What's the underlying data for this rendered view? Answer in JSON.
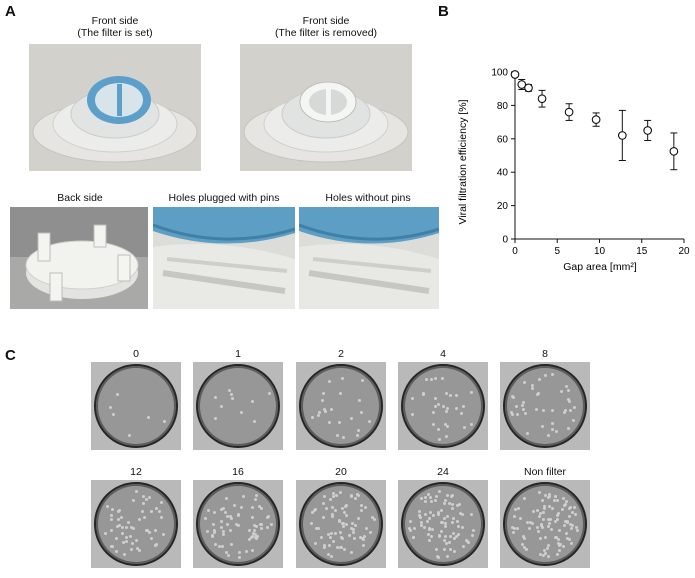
{
  "panels": {
    "a": "A",
    "b": "B",
    "c": "C"
  },
  "panel_a": {
    "captions": {
      "front_set": [
        "Front side",
        "(The filter is set)"
      ],
      "front_removed": [
        "Front side",
        "(The filter is removed)"
      ],
      "back": "Back side",
      "plugged": "Holes plugged with pins",
      "without": "Holes without pins"
    },
    "colors": {
      "filter_ring": "#5a9fc9",
      "plastic": "#e9e9e6",
      "background": "#d4d2cc"
    }
  },
  "chart_data": {
    "type": "scatter",
    "xlabel": "Gap area [mm²]",
    "ylabel": "Viral filtration efficiency [%]",
    "xlim": [
      0,
      20
    ],
    "ylim": [
      0,
      100
    ],
    "xticks": [
      0,
      5,
      10,
      15,
      20
    ],
    "yticks": [
      0,
      20,
      40,
      60,
      80,
      100
    ],
    "grid": false,
    "marker": "open-circle",
    "points": [
      {
        "x": 0,
        "y": 98.5,
        "err": 1
      },
      {
        "x": 0.8,
        "y": 92.5,
        "err": 3
      },
      {
        "x": 1.6,
        "y": 90.5,
        "err": 2
      },
      {
        "x": 3.2,
        "y": 84,
        "err": 5
      },
      {
        "x": 6.4,
        "y": 76,
        "err": 5
      },
      {
        "x": 9.6,
        "y": 71.5,
        "err": 4
      },
      {
        "x": 12.7,
        "y": 62,
        "err": 15
      },
      {
        "x": 15.7,
        "y": 65,
        "err": 6
      },
      {
        "x": 18.8,
        "y": 52.5,
        "err": 11
      }
    ]
  },
  "panel_c": {
    "plates": [
      {
        "label": "0",
        "plaques": 6
      },
      {
        "label": "1",
        "plaques": 10
      },
      {
        "label": "2",
        "plaques": 22
      },
      {
        "label": "4",
        "plaques": 30
      },
      {
        "label": "8",
        "plaques": 38
      },
      {
        "label": "12",
        "plaques": 55
      },
      {
        "label": "16",
        "plaques": 65
      },
      {
        "label": "20",
        "plaques": 75
      },
      {
        "label": "24",
        "plaques": 85
      },
      {
        "label": "Non filter",
        "plaques": 95
      }
    ]
  }
}
